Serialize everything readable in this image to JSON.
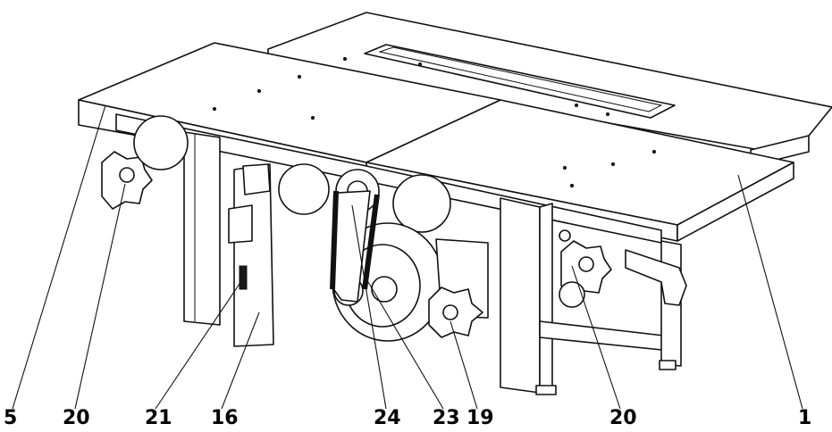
{
  "labels": [
    {
      "id": "5",
      "text": "5"
    },
    {
      "id": "20a",
      "text": "20"
    },
    {
      "id": "21",
      "text": "21"
    },
    {
      "id": "16",
      "text": "16"
    },
    {
      "id": "24",
      "text": "24"
    },
    {
      "id": "23",
      "text": "23"
    },
    {
      "id": "19",
      "text": "19"
    },
    {
      "id": "20b",
      "text": "20"
    },
    {
      "id": "1",
      "text": "1"
    }
  ]
}
